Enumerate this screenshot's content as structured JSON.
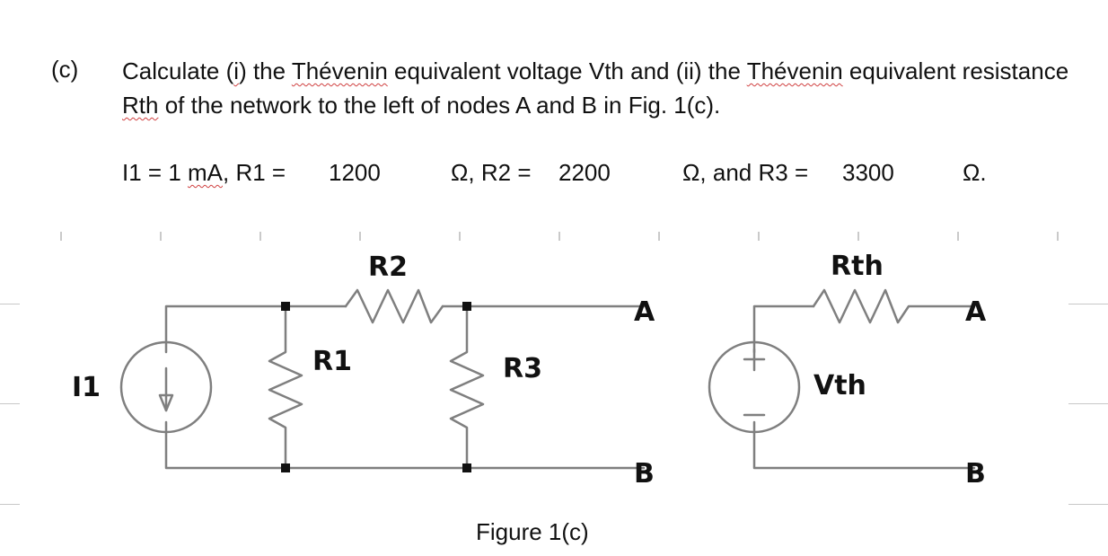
{
  "question": {
    "label": "(c)",
    "text": {
      "p1": "Calculate (",
      "i": "i",
      "p2": ") the ",
      "thev1": "Thévenin",
      "p3": " equivalent voltage Vth and (ii) the ",
      "thev2": "Thévenin",
      "p4": " equivalent resistance ",
      "rth": "Rth",
      "p5": " of the network to the left of nodes A and B in Fig. 1(c)."
    }
  },
  "values": {
    "i1_prefix": "I1 = 1 ",
    "i1_unit": "mA",
    "r1_label": ", R1 =",
    "r1_value": "1200",
    "r2_label": "Ω, R2 =",
    "r2_value": "2200",
    "r3_label": "Ω, and R3 =",
    "r3_value": "3300",
    "end_unit": "Ω."
  },
  "circuit": {
    "labels": {
      "i1": "I1",
      "r1": "R1",
      "r2": "R2",
      "r3": "R3",
      "a_left": "A",
      "b_left": "B",
      "rth": "Rth",
      "vth": "Vth",
      "a_right": "A",
      "b_right": "B"
    },
    "wire_color": "#7f7f7f",
    "node_color": "#111111"
  },
  "figure": {
    "caption": "Figure 1(c)"
  }
}
